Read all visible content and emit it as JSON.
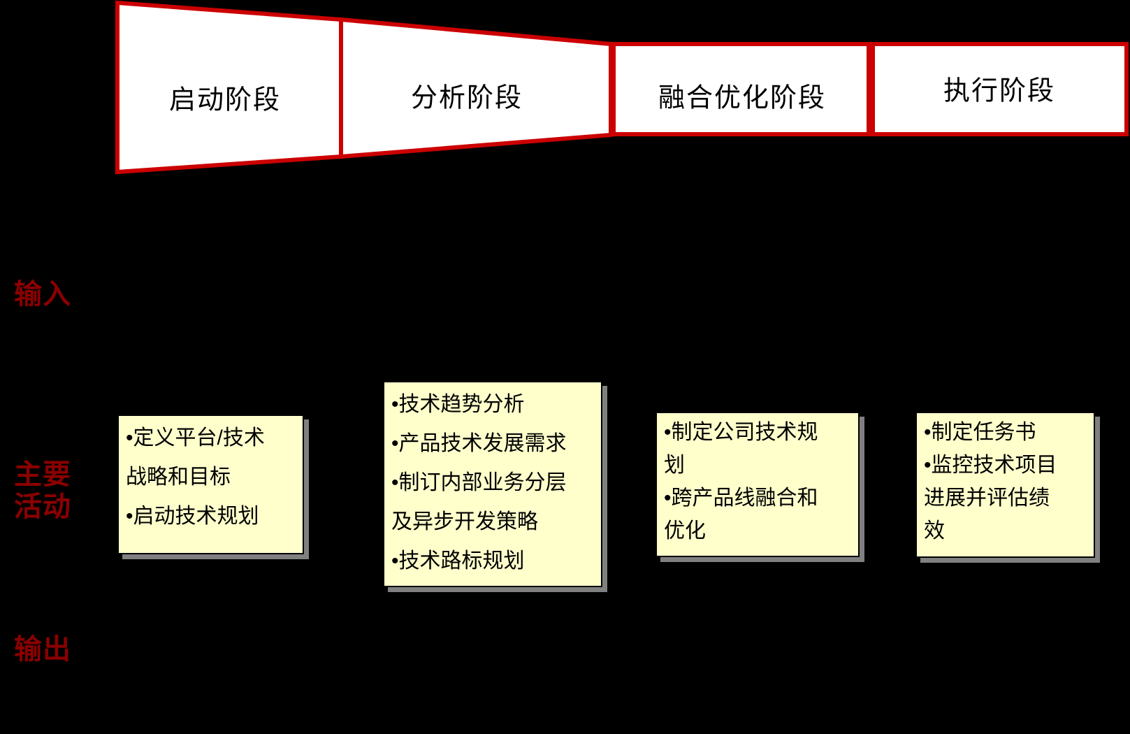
{
  "slide": {
    "background": "#000000"
  },
  "colors": {
    "phase_border": "#CC0000",
    "phase_fill": "#FFFFFF",
    "row_label_text": "#8B0000",
    "note_fill": "#FFFFCC",
    "note_border": "#000000",
    "note_shadow": "#808080",
    "body_text": "#000000"
  },
  "phases": [
    {
      "label": "启动阶段"
    },
    {
      "label": "分析阶段"
    },
    {
      "label": "融合优化阶段"
    },
    {
      "label": "执行阶段"
    }
  ],
  "rows": {
    "input": "输入",
    "activities": "主要活动",
    "output": "输出"
  },
  "activity_boxes": [
    {
      "lines": [
        "•定义平台/技术",
        "战略和目标",
        "•启动技术规划"
      ]
    },
    {
      "lines": [
        "•技术趋势分析",
        "•产品技术发展需求",
        "•制订内部业务分层",
        "及异步开发策略",
        "•技术路标规划"
      ]
    },
    {
      "lines": [
        "•制定公司技术规",
        "划",
        "•跨产品线融合和",
        "优化"
      ]
    },
    {
      "lines": [
        "•制定任务书",
        "•监控技术项目",
        "进展并评估绩",
        "效"
      ]
    }
  ]
}
